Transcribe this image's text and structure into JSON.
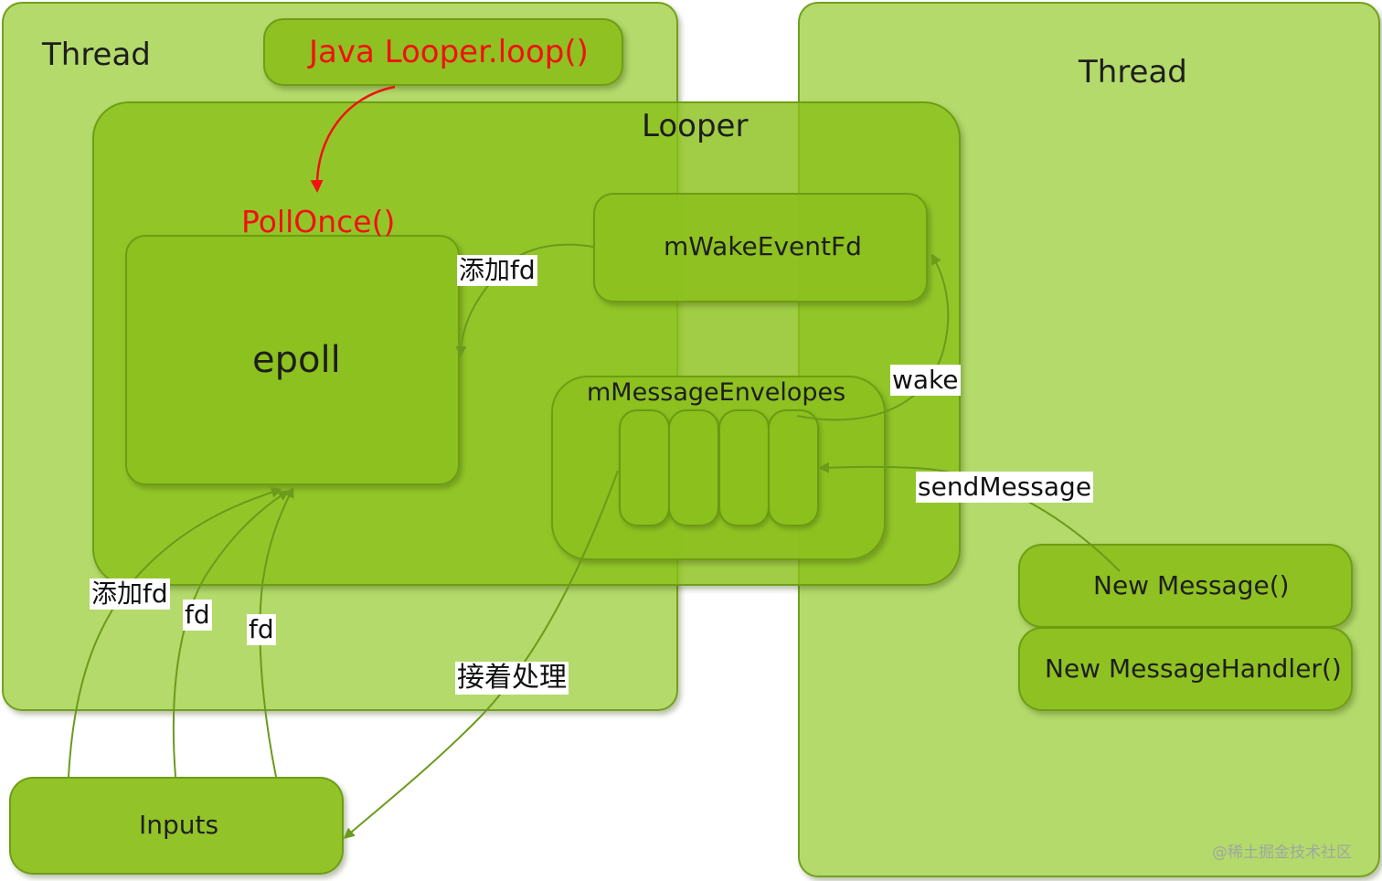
{
  "left_thread": {
    "label": "Thread"
  },
  "right_thread": {
    "label": "Thread"
  },
  "java_loop": {
    "label": "Java Looper.loop()"
  },
  "looper": {
    "label": "Looper"
  },
  "poll_once": {
    "label": "PollOnce()"
  },
  "epoll": {
    "label": "epoll"
  },
  "wake_event_fd": {
    "label": "mWakeEventFd"
  },
  "message_envelopes": {
    "label": "mMessageEnvelopes"
  },
  "new_message": {
    "label": "New Message()"
  },
  "new_message_handler": {
    "label": "New MessageHandler()"
  },
  "inputs": {
    "label": "Inputs"
  },
  "edge_labels": {
    "add_fd_top": "添加fd",
    "wake": "wake",
    "send_message": "sendMessage",
    "add_fd_bottom": "添加fd",
    "fd_1": "fd",
    "fd_2": "fd",
    "then_process": "接着处理"
  },
  "watermark": "@稀土掘金技术社区",
  "colors": {
    "box_fill": "#96cc32",
    "box_border": "#689612",
    "edge_stroke": "#6b9a1c",
    "accent_red": "#f21010"
  }
}
